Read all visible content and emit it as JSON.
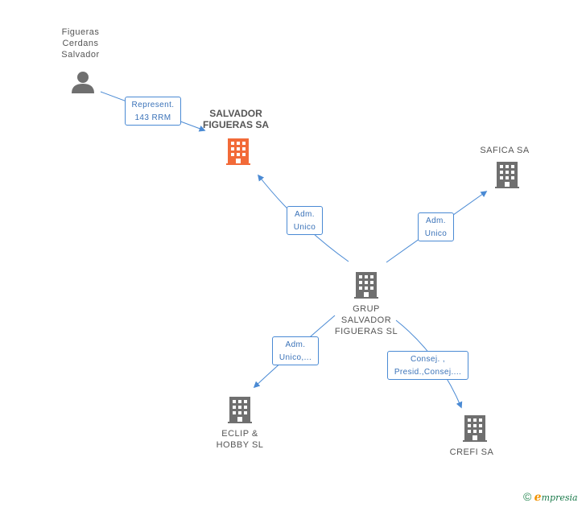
{
  "colors": {
    "edge": "#4a8ad4",
    "building_main": "#f26a38",
    "building": "#6f6f6f",
    "person": "#6f6f6f"
  },
  "nodes": {
    "person": {
      "label": "Figueras\nCerdans\nSalvador",
      "icon": "person-icon"
    },
    "main": {
      "label": "SALVADOR\nFIGUERAS SA",
      "icon": "building-icon"
    },
    "safica": {
      "label": "SAFICA SA",
      "icon": "building-icon"
    },
    "grup": {
      "label": "GRUP\nSALVADOR\nFIGUERAS  SL",
      "icon": "building-icon"
    },
    "eclip": {
      "label": "ECLIP &\nHOBBY  SL",
      "icon": "building-icon"
    },
    "crefi": {
      "label": "CREFI SA",
      "icon": "building-icon"
    }
  },
  "edges": {
    "person_main": "Represent.\n143 RRM",
    "grup_main": "Adm.\nUnico",
    "grup_safica": "Adm.\nUnico",
    "grup_eclip": "Adm.\nUnico,...",
    "grup_crefi": "Consej. ,\nPresid.,Consej...."
  },
  "footer": {
    "copyright": "©",
    "brand_initial": "ℯ",
    "brand_rest": "mpresia"
  }
}
